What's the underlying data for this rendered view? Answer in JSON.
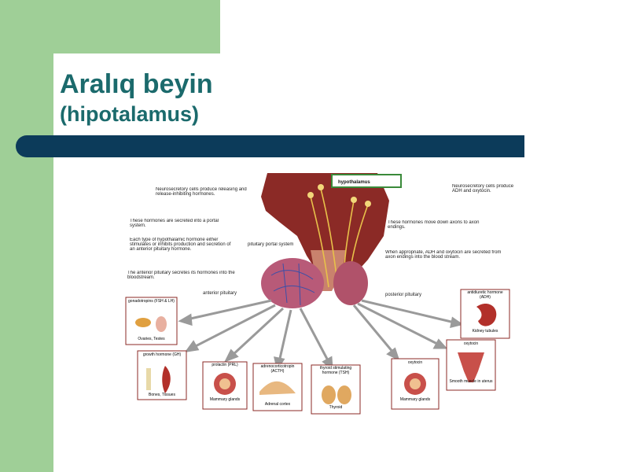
{
  "slide": {
    "title": "Aralıq beyin",
    "subtitle": "(hipotalamus)"
  },
  "diagram": {
    "hypothalamus_label": "hypothalamus",
    "pituitary_portal_label": "pituitary portal system",
    "anterior_pituitary_label": "anterior pituitary",
    "posterior_pituitary_label": "posterior pituitary",
    "annotations": {
      "neurosecretory_left": "Neurosecretory cells produce releasing and release-inhibiting hormones.",
      "secreted_portal": "These hormones are secreted into a portal system.",
      "each_type": "Each type of hypothalamic hormone either stimulates or inhibits production and secretion of an anterior pituitary hormone.",
      "anterior_secretes": "The anterior pituitary secretes its hormones into the bloodstream.",
      "neurosecretory_right": "Neurosecretory cells produce ADH and oxytocin.",
      "move_down": "These hormones move down axons to axon endings.",
      "when_appropriate": "When appropriate, ADH and oxytocin are secreted from axon endings into the blood stream."
    },
    "targets": [
      {
        "hormone": "gonadotropins (FSH & LH)",
        "organ": "Ovaries, Testes"
      },
      {
        "hormone": "growth hormone (GH)",
        "organ": "Bones, Tissues"
      },
      {
        "hormone": "prolactin (PRL)",
        "organ": "Mammary glands"
      },
      {
        "hormone": "adrenocorticotropin (ACTH)",
        "organ": "Adrenal cortex"
      },
      {
        "hormone": "thyroid stimulating hormone (TSH)",
        "organ": "Thyroid"
      },
      {
        "hormone": "oxytocin",
        "organ": "Mammary glands"
      },
      {
        "hormone": "oxytocin",
        "organ": "Smooth muscle in uterus"
      },
      {
        "hormone": "antidiuretic hormone (ADH)",
        "organ": "Kidney tubules"
      }
    ]
  },
  "colors": {
    "title": "#1b6a6c",
    "green": "#9fcf97",
    "band": "#0c3b5a",
    "tissue": "#8b2a26",
    "label_box_border": "#3a8a3a"
  }
}
